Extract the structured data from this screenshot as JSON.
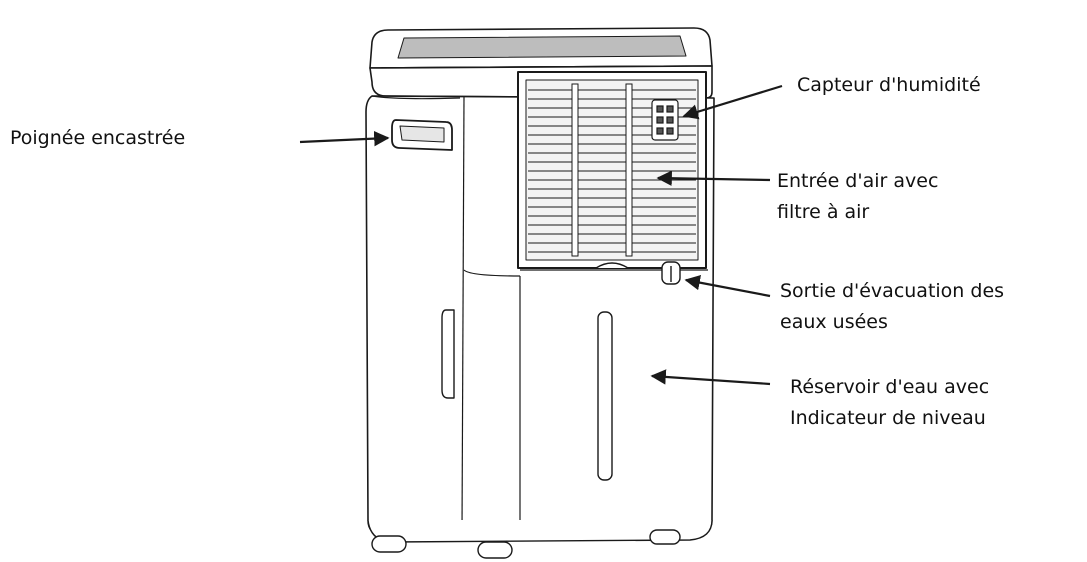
{
  "colors": {
    "line": "#1a1a1a",
    "fill": "#ffffff",
    "text": "#111111"
  },
  "callouts": [
    {
      "id": "handle",
      "lines": [
        "Poignée encastrée"
      ]
    },
    {
      "id": "sensor",
      "lines": [
        "Capteur d'humidité"
      ]
    },
    {
      "id": "intake",
      "lines": [
        "Entrée d'air avec",
        "filtre à air"
      ]
    },
    {
      "id": "drain",
      "lines": [
        "Sortie d'évacuation des",
        "eaux usées"
      ]
    },
    {
      "id": "tank",
      "lines": [
        "Réservoir d'eau avec",
        "Indicateur de niveau"
      ]
    }
  ]
}
